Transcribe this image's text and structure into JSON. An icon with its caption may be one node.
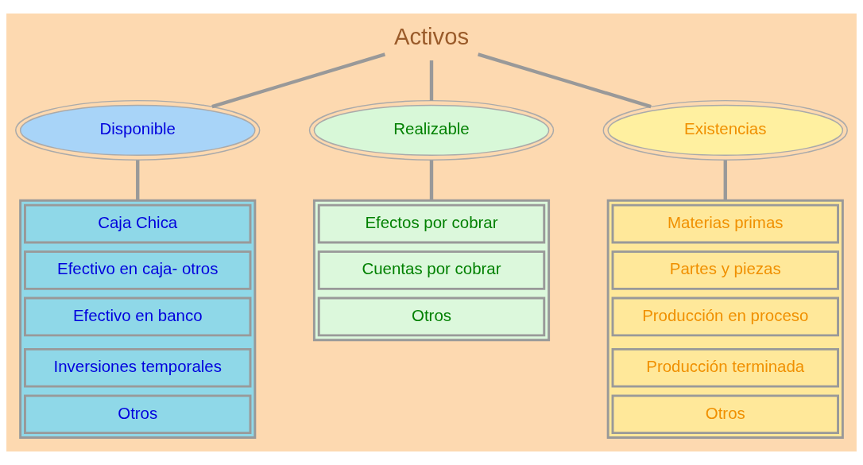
{
  "diagram": {
    "nodes": [
      {
        "text": [
          "Activos"
        ]
      },
      {
        "text": [
          "Disponible"
        ]
      },
      {
        "text": [
          "Realizable"
        ]
      },
      {
        "text": [
          "Existencias"
        ]
      },
      {
        "text": [],
        "shape": "box"
      },
      {
        "text": [
          "Caja Chica"
        ],
        "in": 4
      },
      {
        "text": [
          "Efectivo en caja- otros"
        ],
        "in": 4
      },
      {
        "text": [
          "Efectivo en banco"
        ],
        "in": 4
      },
      {
        "text": [
          "Inversiones temporales"
        ],
        "in": 4
      },
      {
        "text": [
          "Otros"
        ],
        "in": 4
      },
      {
        "text": [],
        "shape": "box"
      },
      {
        "text": [
          "Efectos por cobrar"
        ],
        "in": 10
      },
      {
        "text": [
          "Cuentas por cobrar"
        ],
        "in": 10
      },
      {
        "text": [
          "Otros"
        ],
        "in": 10
      },
      {
        "text": [],
        "shape": "box"
      },
      {
        "text": [
          "Materias primas"
        ],
        "in": 14
      },
      {
        "text": [
          "Partes y piezas"
        ],
        "in": 14
      },
      {
        "text": [
          "Producción en proceso"
        ],
        "in": 14
      },
      {
        "text": [
          "Producción terminada"
        ],
        "in": 14
      },
      {
        "text": [
          "Otros"
        ],
        "in": 14
      }
    ],
    "edges": [
      {
        "from": 0,
        "to": 1,
        "arrow": "none"
      },
      {
        "from": 0,
        "to": 2,
        "arrow": "none"
      },
      {
        "from": 0,
        "to": 3,
        "arrow": "none"
      },
      {
        "from": 1,
        "to": 4,
        "arrow": "none"
      },
      {
        "from": 2,
        "to": 10,
        "arrow": "none"
      },
      {
        "from": 3,
        "to": 14,
        "arrow": "none"
      }
    ]
  }
}
